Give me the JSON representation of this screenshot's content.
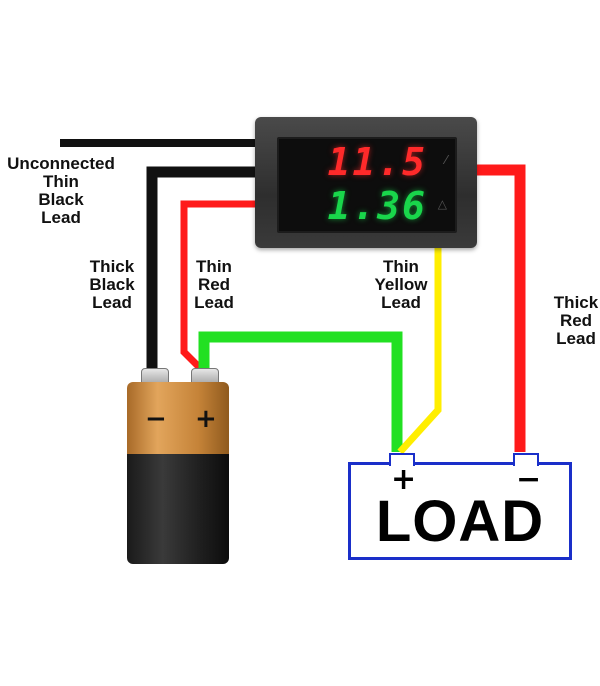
{
  "labels": {
    "unconnected_black": [
      "Unconnected",
      "Thin",
      "Black",
      "Lead"
    ],
    "thick_black": [
      "Thick",
      "Black",
      "Lead"
    ],
    "thin_red": [
      "Thin",
      "Red",
      "Lead"
    ],
    "thin_yellow": [
      "Thin",
      "Yellow",
      "Lead"
    ],
    "thick_red": [
      "Thick",
      "Red",
      "Lead"
    ]
  },
  "meter": {
    "voltage_display": "11.5",
    "current_display": "1.36"
  },
  "battery": {
    "negative_sign": "−",
    "positive_sign": "+"
  },
  "load": {
    "label": "LOAD",
    "positive_sign": "+",
    "negative_sign": "−"
  },
  "colors": {
    "black_wire": "#111111",
    "red_wire": "#ff1a1a",
    "green_wire": "#22e022",
    "yellow_wire": "#ffee00",
    "load_border": "#1a2fc9"
  }
}
